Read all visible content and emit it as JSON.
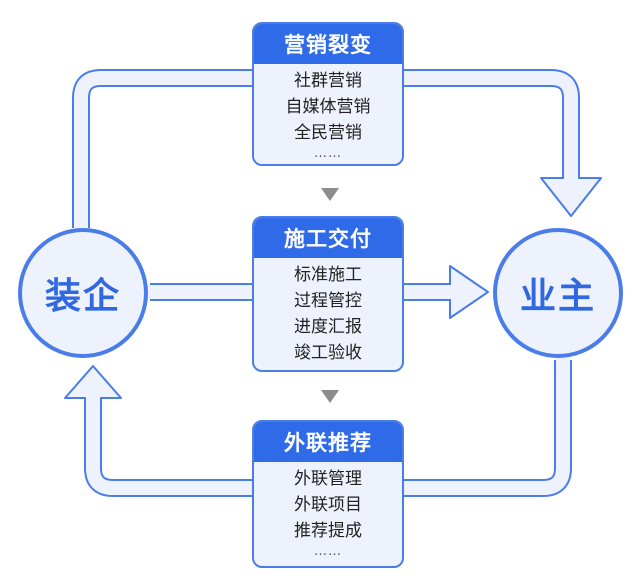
{
  "nodes": {
    "left": "装企",
    "right": "业主"
  },
  "boxes": [
    {
      "title": "营销裂变",
      "items": [
        "社群营销",
        "自媒体营销",
        "全民营销"
      ],
      "more": "……"
    },
    {
      "title": "施工交付",
      "items": [
        "标准施工",
        "过程管控",
        "进度汇报",
        "竣工验收"
      ],
      "more": ""
    },
    {
      "title": "外联推荐",
      "items": [
        "外联管理",
        "外联项目",
        "推荐提成"
      ],
      "more": "……"
    }
  ],
  "colors": {
    "accent": "#2F6BE8",
    "border": "#4A7DE9",
    "fill": "#EDF2FD",
    "arrow_down": "#8C8C8C"
  }
}
